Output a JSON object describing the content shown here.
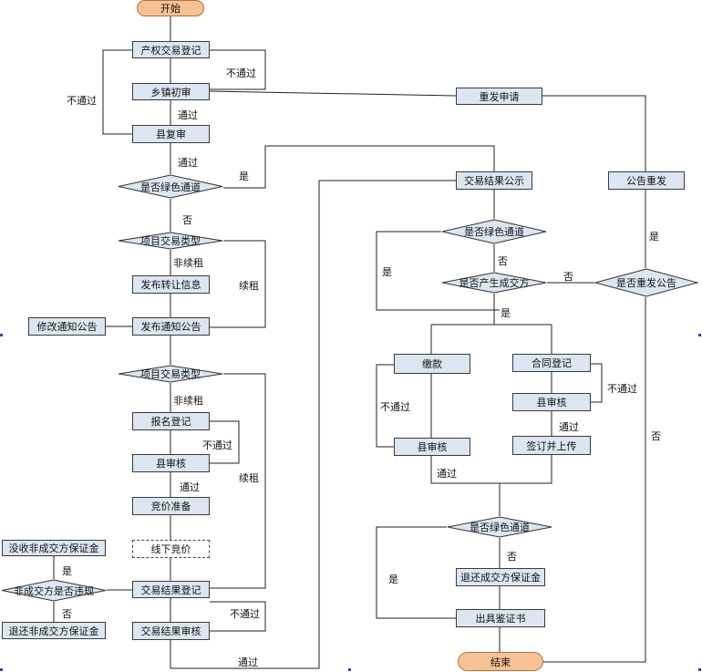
{
  "flow": {
    "start": "开始",
    "end": "结束",
    "left": {
      "register": "产权交易登记",
      "town_review": "乡镇初审",
      "county_review": "县复审",
      "green_channel": "是否绿色通道",
      "project_type_1": "项目交易类型",
      "publish_transfer": "发布转让信息",
      "modify_notice": "修改通知公告",
      "publish_notice": "发布通知公告",
      "project_type_2": "项目交易类型",
      "signup": "报名登记",
      "county_audit": "县审核",
      "bid_prep": "竞价准备",
      "offline_bid": "线下竞价",
      "result_register": "交易结果登记",
      "result_audit": "交易结果审核",
      "confiscate_deposit": "没收非成交方保证金",
      "violation_check": "非成交方是否违规",
      "refund_nonwinner": "退还非成交方保证金"
    },
    "right": {
      "republish_apply": "重发申请",
      "result_publicity": "交易结果公示",
      "green_channel_2": "是否绿色通道",
      "has_winner": "是否产生成交方",
      "republish_notice": "是否重发公告",
      "notice_republish": "公告重发",
      "payment": "缴款",
      "contract_register": "合同登记",
      "county_audit_pay": "县审核",
      "county_audit_contract": "县审核",
      "sign_upload": "签订并上传",
      "green_channel_3": "是否绿色通道",
      "refund_winner": "退还成交方保证金",
      "issue_certificate": "出具鉴证书"
    }
  },
  "edge_labels": {
    "fail_town": "不通过",
    "fail_county": "不通过",
    "pass_town": "通过",
    "pass_county": "通过",
    "yes_green": "是",
    "no_green": "否",
    "non_renew_1": "非续租",
    "renew_1": "续租",
    "non_renew_2": "非续租",
    "renew_2": "续租",
    "fail_signup": "不通过",
    "pass_signup": "通过",
    "yes_violation": "是",
    "no_violation": "否",
    "fail_result": "不通过",
    "pass_result": "通过",
    "yes_green2": "是",
    "no_green2": "否",
    "no_winner": "否",
    "yes_winner": "是",
    "yes_republish": "是",
    "no_republish": "否",
    "fail_pay": "不通过",
    "fail_contract": "不通过",
    "pass_contract": "通过",
    "pass_pay": "通过",
    "yes_green3": "是",
    "no_green3": "否"
  },
  "colors": {
    "process_fill": "#dce6f2",
    "terminal_fill": "#f6c295",
    "line": "#222222"
  }
}
